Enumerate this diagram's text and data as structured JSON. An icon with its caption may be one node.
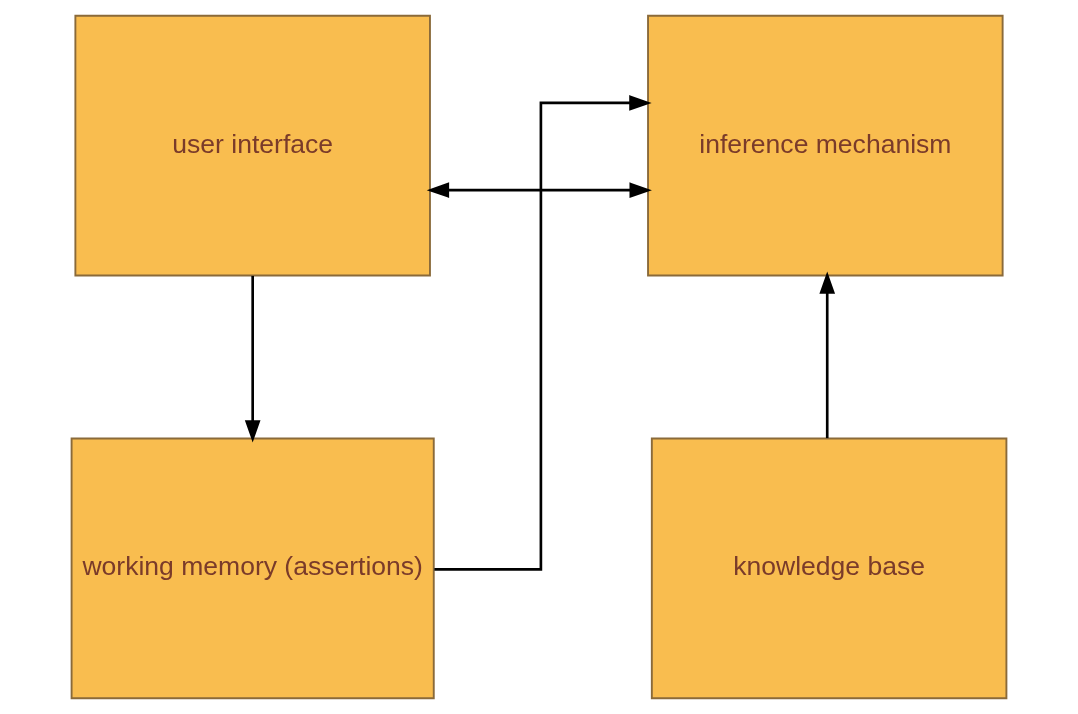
{
  "diagram": {
    "nodes": [
      {
        "text": [
          "user interface"
        ]
      },
      {
        "text": [
          "inference mechanism"
        ]
      },
      {
        "text": [
          "working memory (assertions)"
        ]
      },
      {
        "text": [
          "knowledge base"
        ]
      }
    ],
    "edges": [
      {
        "from": 0,
        "to": 1,
        "arrow": "both"
      },
      {
        "from": 0,
        "to": 2,
        "arrow": "to"
      },
      {
        "from": 2,
        "to": 1,
        "arrow": "to"
      },
      {
        "from": 3,
        "to": 1,
        "arrow": "to"
      }
    ]
  }
}
